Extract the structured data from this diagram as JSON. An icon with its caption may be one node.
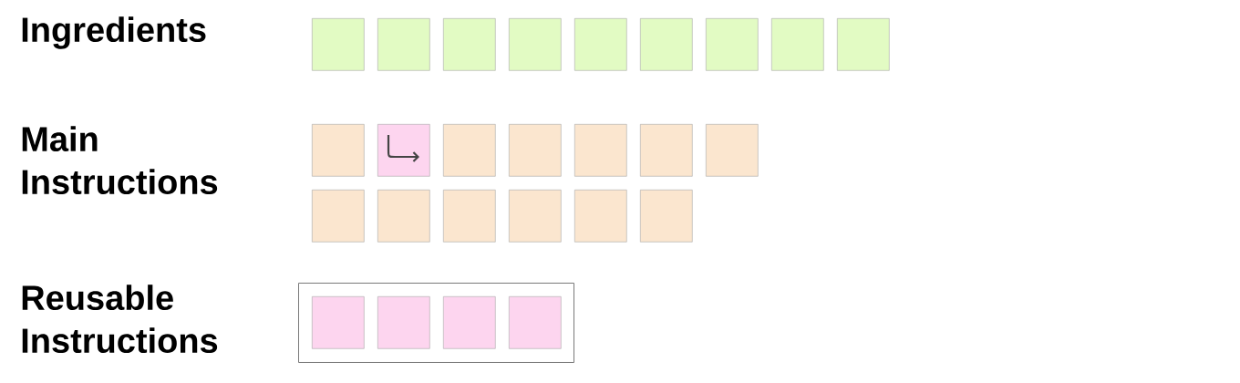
{
  "diagram": {
    "nodes": [
      {
        "text": [],
        "shape": "box"
      },
      {
        "text": [],
        "shape": "box"
      },
      {
        "text": [],
        "shape": "box"
      },
      {
        "text": [],
        "shape": "box"
      },
      {
        "text": [],
        "shape": "box"
      },
      {
        "text": [],
        "shape": "box"
      },
      {
        "text": [],
        "shape": "box"
      },
      {
        "text": [],
        "shape": "box"
      },
      {
        "text": [],
        "shape": "box"
      },
      {
        "text": [],
        "shape": "box"
      },
      {
        "text": [],
        "shape": "box"
      },
      {
        "text": [],
        "shape": "box"
      },
      {
        "text": [],
        "shape": "box"
      },
      {
        "text": [],
        "shape": "box"
      },
      {
        "text": [],
        "shape": "box"
      },
      {
        "text": [],
        "shape": "box"
      },
      {
        "text": [],
        "shape": "box"
      },
      {
        "text": [],
        "shape": "box"
      },
      {
        "text": [],
        "shape": "box"
      },
      {
        "text": [],
        "shape": "box"
      },
      {
        "text": [],
        "shape": "box"
      },
      {
        "text": [],
        "shape": "box"
      },
      {
        "text": [],
        "shape": "box"
      },
      {
        "text": [],
        "shape": "box",
        "in": 22
      },
      {
        "text": [],
        "shape": "box",
        "in": 22
      },
      {
        "text": [],
        "shape": "box",
        "in": 22
      },
      {
        "text": [],
        "shape": "box",
        "in": 22
      }
    ],
    "labels": [
      "Ingredients",
      "Main Instructions",
      "Reusable Instructions"
    ]
  }
}
